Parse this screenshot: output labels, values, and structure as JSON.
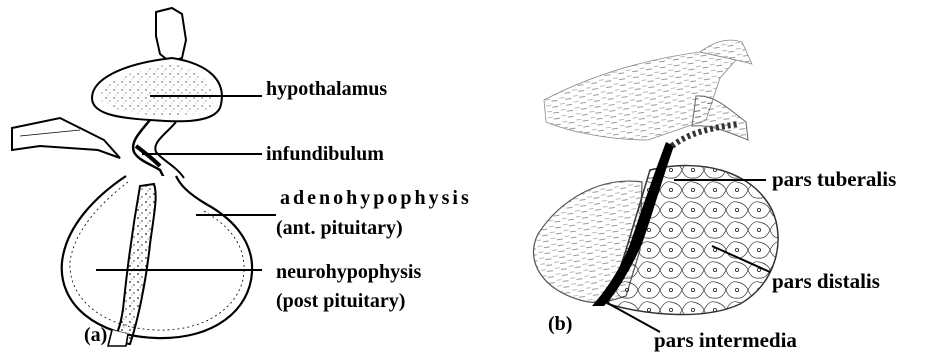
{
  "figure_a": {
    "caption": "(a)",
    "labels": {
      "hypothalamus": "hypothalamus",
      "infundibulum": "infundibulum",
      "adenohypophysis": "adenohypophysis",
      "adenohypophysis_note": "(ant. pituitary)",
      "neurohypophysis": "neurohypophysis",
      "neurohypophysis_note": "(post pituitary)"
    }
  },
  "figure_b": {
    "caption": "(b)",
    "labels": {
      "pars_tuberalis": "pars tuberalis",
      "pars_distalis": "pars distalis",
      "pars_intermedia": "pars intermedia"
    }
  }
}
